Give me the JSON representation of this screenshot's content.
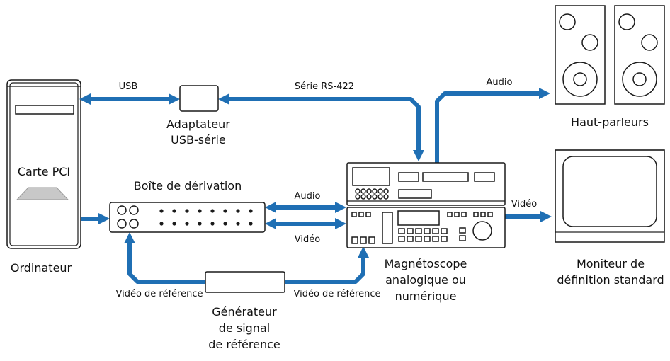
{
  "devices": {
    "computer": {
      "label": "Ordinateur",
      "card_label": "Carte PCI"
    },
    "adapter": {
      "label_line1": "Adaptateur",
      "label_line2": "USB-série"
    },
    "breakout": {
      "label": "Boîte de dérivation"
    },
    "generator": {
      "label_line1": "Générateur",
      "label_line2": "de signal",
      "label_line3": "de référence"
    },
    "vtr": {
      "label_line1": "Magnétoscope",
      "label_line2": "analogique ou",
      "label_line3": "numérique"
    },
    "speakers": {
      "label": "Haut-parleurs"
    },
    "monitor": {
      "label_line1": "Moniteur de",
      "label_line2": "définition standard"
    }
  },
  "connections": {
    "usb": "USB",
    "serial": "Série RS-422",
    "audio_out": "Audio",
    "audio_breakout": "Audio",
    "video_breakout": "Vidéo",
    "video_out": "Vidéo",
    "ref_left": "Vidéo de référence",
    "ref_right": "Vidéo de référence"
  },
  "colors": {
    "wire": "#1f6fb4",
    "outline": "#1a1a1a",
    "fill": "#ffffff",
    "card": "#c8c8c8"
  }
}
